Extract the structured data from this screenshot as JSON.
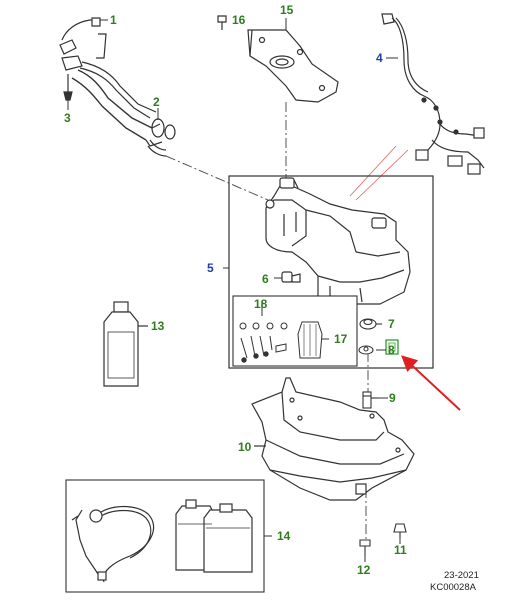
{
  "diagram": {
    "callouts": [
      {
        "id": "1",
        "color": "green"
      },
      {
        "id": "2",
        "color": "green"
      },
      {
        "id": "3",
        "color": "green"
      },
      {
        "id": "4",
        "color": "blue"
      },
      {
        "id": "5",
        "color": "blue"
      },
      {
        "id": "6",
        "color": "green"
      },
      {
        "id": "7",
        "color": "green"
      },
      {
        "id": "8",
        "color": "green"
      },
      {
        "id": "9",
        "color": "green"
      },
      {
        "id": "10",
        "color": "green"
      },
      {
        "id": "11",
        "color": "green"
      },
      {
        "id": "12",
        "color": "green"
      },
      {
        "id": "13",
        "color": "green"
      },
      {
        "id": "14",
        "color": "green"
      },
      {
        "id": "15",
        "color": "green"
      },
      {
        "id": "16",
        "color": "green"
      },
      {
        "id": "17",
        "color": "green"
      },
      {
        "id": "18",
        "color": "green"
      }
    ],
    "footer": {
      "date": "23-2021",
      "code": "KC00028A"
    },
    "colors": {
      "line": "#333333",
      "label_green": "#2e7d1f",
      "label_blue": "#1f3fa8",
      "highlight_arrow": "#e02020",
      "highlight_box": "#2e9e2e",
      "redline": "#e06060"
    }
  }
}
